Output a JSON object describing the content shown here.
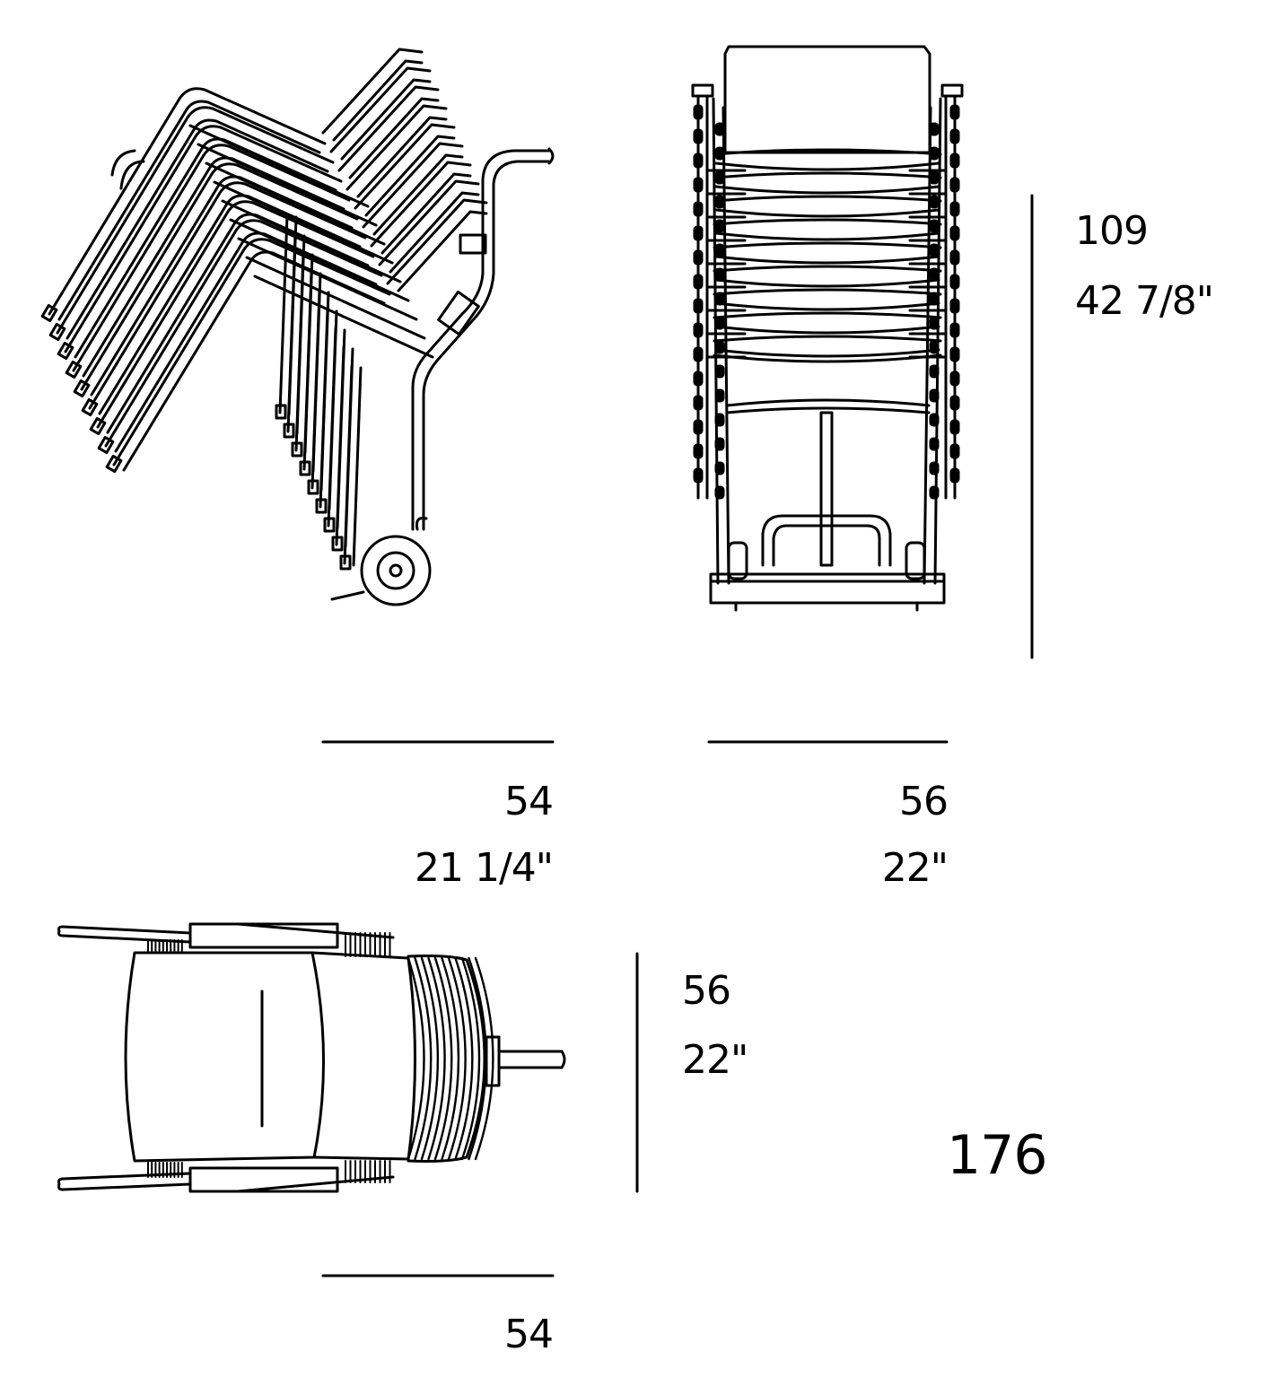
{
  "dimensions": {
    "side_view_width_cm": "54",
    "side_view_width_in": "21 1/4\"",
    "front_view_width_cm": "56",
    "front_view_width_in": "22\"",
    "height_cm": "109",
    "height_in": "42 7/8\"",
    "top_view_depth_cm": "56",
    "top_view_depth_in": "22\"",
    "top_view_width_cm": "54",
    "total": "176"
  },
  "colors": {
    "line": "#000000",
    "background": "#ffffff"
  }
}
